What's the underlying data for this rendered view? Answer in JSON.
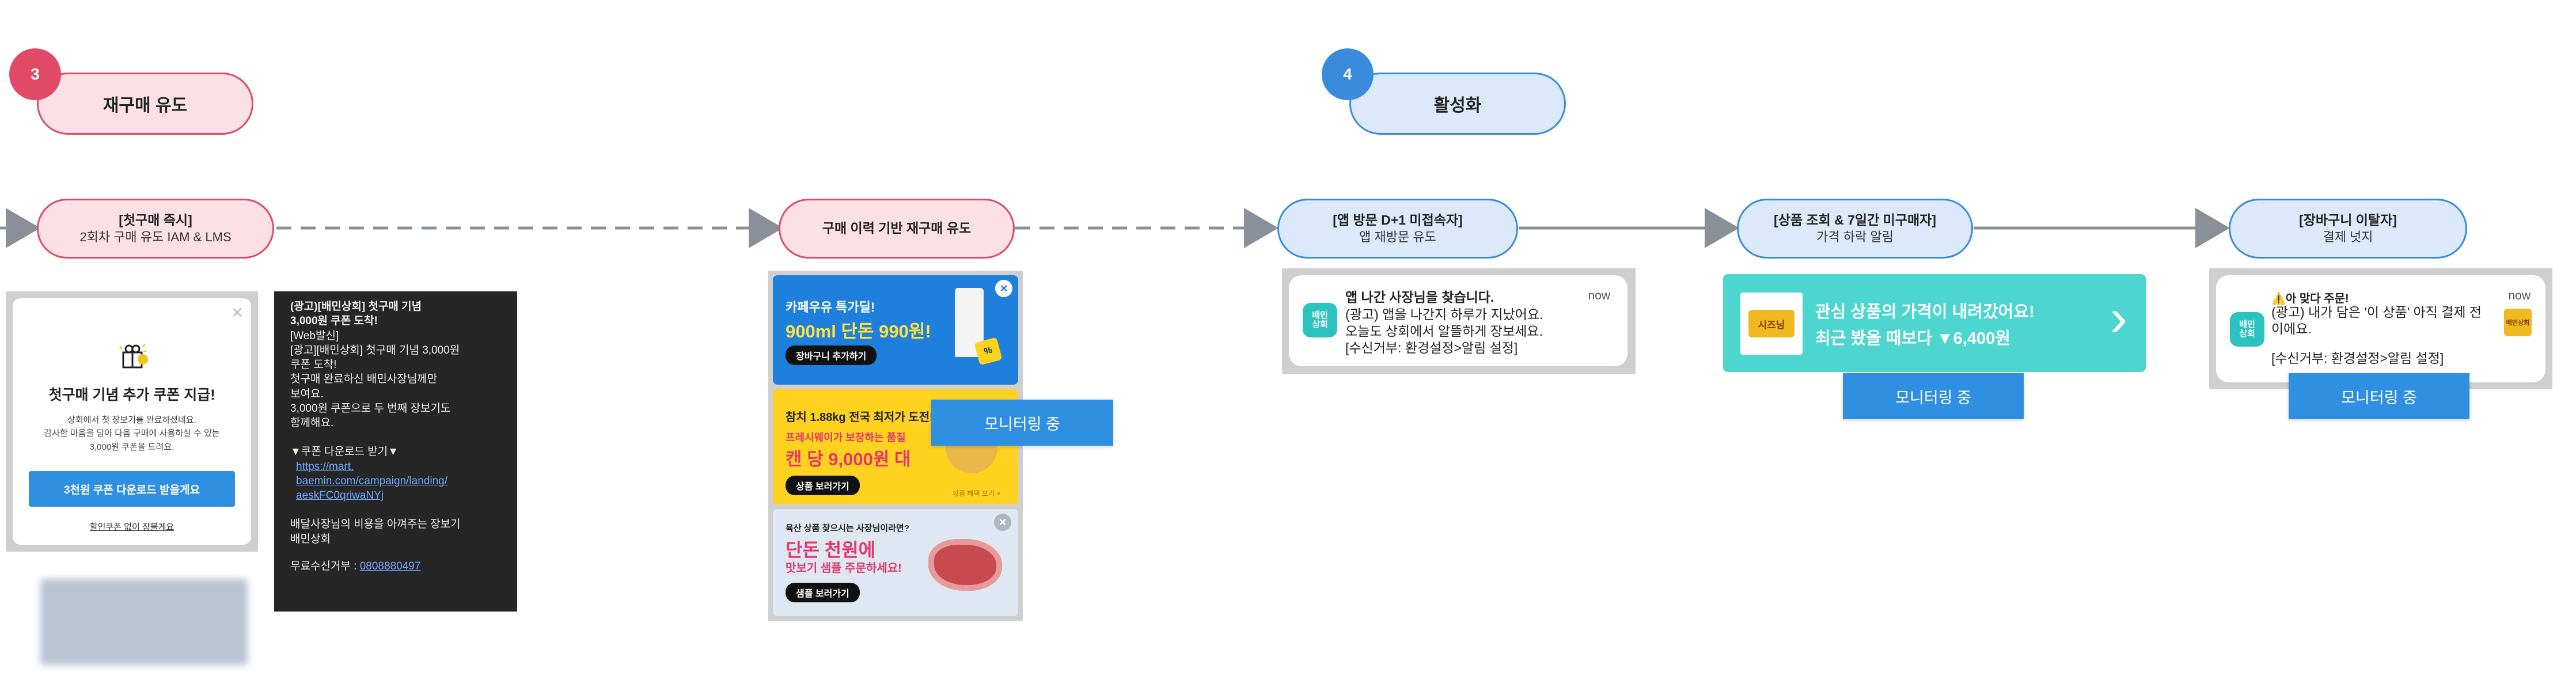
{
  "colors": {
    "red_accent": "#e04a66",
    "red_fill": "#fbe1e6",
    "blue_accent": "#3a8bdc",
    "blue_fill": "#dbe9fb",
    "monitor_btn": "#2f8fe0",
    "teal_banner": "#4dd6cf",
    "flow_line": "#8a9098"
  },
  "stages": [
    {
      "num": "3",
      "label": "재구매 유도"
    },
    {
      "num": "4",
      "label": "활성화"
    }
  ],
  "flow": {
    "first_purchase": {
      "title": "[첫구매 즉시]",
      "sub": "2회차 구매 유도 IAM & LMS"
    },
    "history_repurchase": {
      "title": "구매 이력 기반 재구매 유도"
    },
    "app_revisit": {
      "title": "[앱 방문 D+1 미접속자]",
      "sub": "앱 재방문 유도"
    },
    "price_drop": {
      "title": "[상품 조회 & 7일간 미구매자]",
      "sub": "가격 하락 알림"
    },
    "cart_abandon": {
      "title": "[장바구니 이탈자]",
      "sub": "결제 넛지"
    }
  },
  "coupon_popup": {
    "close": "×",
    "title": "첫구매 기념 추가 쿠폰 지급!",
    "body_lines": [
      "상회에서 첫 장보기를 완료하셨네요.",
      "감사한 마음을 담아 다음 구매에 사용하실 수 있는",
      "3,000원 쿠폰을 드려요."
    ],
    "button": "3천원 쿠폰 다운로드 받을게요",
    "skip_link": "할인쿠폰 없이 장볼게요"
  },
  "sms": {
    "lines_bold": [
      "(광고)[배민상회] 첫구매 기념",
      "3,000원 쿠폰 도착!"
    ],
    "lines": [
      "[Web발신]",
      "[광고][배민상회] 첫구매 기념 3,000원",
      "쿠폰 도착!",
      "첫구매 완료하신 배민사장님께만",
      "보여요.",
      "3,000원 쿠폰으로 두 번째 장보기도",
      "함께해요.",
      "",
      "▼쿠폰 다운로드 받기▼"
    ],
    "link_lines": [
      "https://mart.",
      "baemin.com/campaign/landing/",
      "aeskFC0qriwaNYj"
    ],
    "closing": [
      "배달사장님의 비용을 아껴주는 장보기",
      "배민상회"
    ],
    "unsub_label": "무료수신거부 :",
    "unsub_number": "0808880497"
  },
  "banners": [
    {
      "title": "카페우유 특가딜!",
      "highlight": "900ml 단돈 990원!",
      "button": "장바구니 추가하기",
      "close": "×",
      "badge": "%"
    },
    {
      "title": "참치 1.88kg 전국 최저가 도전!",
      "sub": "프레시웨이가 보장하는 품질",
      "highlight": "캔 당 9,000원 대",
      "button": "상품 보러가기",
      "fine": "상품 혜택 보기 >"
    },
    {
      "title": "육산 상품 찾으시는 사장님이라면?",
      "highlight": "단돈 천원에",
      "sub": "맛보기 샘플 주문하세요!",
      "button": "샘플 보러가기",
      "close": "×"
    }
  ],
  "monitor_label": "모니터링 중",
  "push_revisit": {
    "app": "배민\n상회",
    "title": "앱 나간 사장님을 찾습니다.",
    "time": "now",
    "lines": [
      "(광고) 앱을 나간지 하루가 지났어요.",
      "오늘도 상회에서 알뜰하게 장보세요.",
      "[수신거부: 환경설정>알림 설정]"
    ]
  },
  "price_banner": {
    "product": "시즈닝",
    "line1": "관심 상품의 가격이 내려갔어요!",
    "line2": "최근 봤을 때보다 ▼6,400원",
    "chevron": "›"
  },
  "push_cart": {
    "app": "배민\n상회",
    "title": "⚠️아 맞다 주문!",
    "time": "now",
    "lines": [
      "(광고) 내가 담은 '이 상품' 아직 결제 전",
      "이에요.",
      "",
      "[수신거부: 환경설정>알림 설정]"
    ],
    "thumb": "배민상회"
  }
}
